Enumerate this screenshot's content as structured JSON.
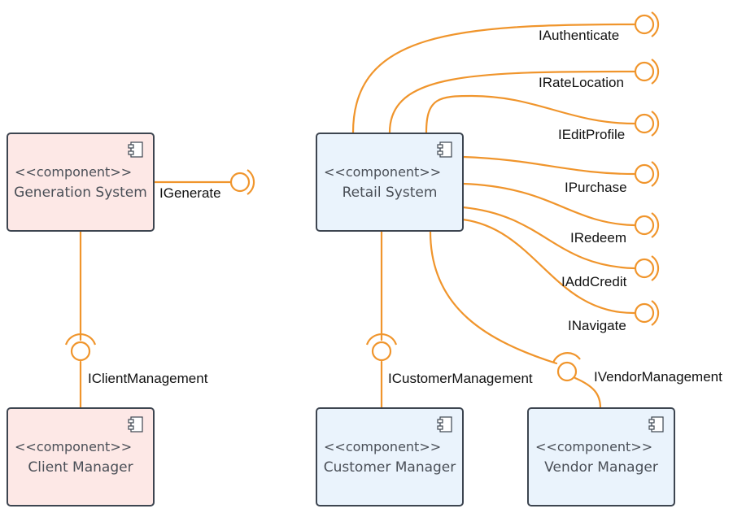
{
  "colors": {
    "line": "#f0952c",
    "box_border": "#3d4550",
    "generation_fill": "#fde8e6",
    "retail_fill": "#eaf3fc"
  },
  "components": {
    "generation": {
      "stereotype": "<<component>>",
      "name": "Generation System"
    },
    "retail": {
      "stereotype": "<<component>>",
      "name": "Retail System"
    },
    "client": {
      "stereotype": "<<component>>",
      "name": "Client Manager"
    },
    "customer": {
      "stereotype": "<<component>>",
      "name": "Customer Manager"
    },
    "vendor": {
      "stereotype": "<<component>>",
      "name": "Vendor Manager"
    }
  },
  "interfaces": {
    "generate": "IGenerate",
    "client_management": "IClientManagement",
    "authenticate": "IAuthenticate",
    "rate_location": "IRateLocation",
    "edit_profile": "IEditProfile",
    "purchase": "IPurchase",
    "redeem": "IRedeem",
    "add_credit": "IAddCredit",
    "navigate": "INavigate",
    "customer_management": "ICustomerManagement",
    "vendor_management": "IVendorManagement"
  }
}
